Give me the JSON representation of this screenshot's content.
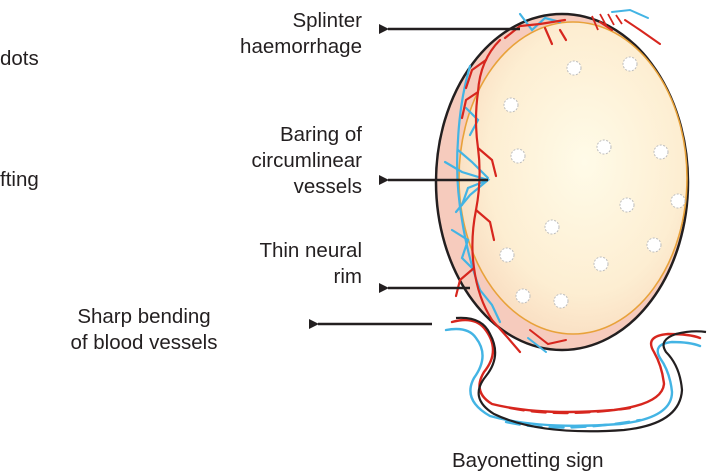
{
  "left_cut_labels": [
    "dots",
    "fting"
  ],
  "labels": {
    "splinter": [
      "Splinter",
      "haemorrhage"
    ],
    "baring": [
      "Baring of",
      "circumlinear",
      "vessels"
    ],
    "neural_rim": [
      "Thin neural",
      "rim"
    ],
    "bending": [
      "Sharp bending",
      "of blood vessels"
    ],
    "bayonetting": "Bayonetting sign"
  },
  "colors": {
    "artery": "#d7261e",
    "vein": "#43b4e4",
    "disc_fill": "#f7d2c4",
    "cup_fill": "#fdf3d6",
    "cup_outline": "#e8a23a",
    "outline": "#231f20"
  }
}
